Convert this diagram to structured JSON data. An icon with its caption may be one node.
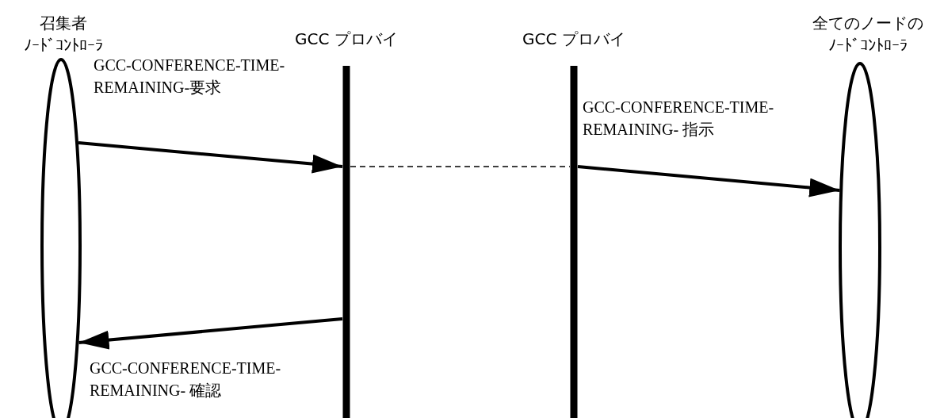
{
  "diagram": {
    "nodes": [
      {
        "text": [
          "召集者",
          "ﾉｰﾄﾞｺﾝﾄﾛｰﾗ"
        ]
      },
      {
        "text": [
          "GCC プロバイ"
        ]
      },
      {
        "text": [
          "GCC プロバイ"
        ]
      },
      {
        "text": [
          "全てのノードの",
          "ﾉｰﾄﾞｺﾝﾄﾛｰﾗ"
        ]
      }
    ],
    "edges": [
      {
        "from": 0,
        "to": 1,
        "arrow": "to",
        "label": "GCC-CONFERENCE-TIME-REMAINING-要求"
      },
      {
        "from": 1,
        "to": 2,
        "arrow": "none",
        "style": "dashed"
      },
      {
        "from": 2,
        "to": 3,
        "arrow": "to",
        "label": "GCC-CONFERENCE-TIME-REMAINING- 指示"
      },
      {
        "from": 1,
        "to": 0,
        "arrow": "to",
        "label": "GCC-CONFERENCE-TIME-REMAINING- 確認"
      }
    ]
  }
}
